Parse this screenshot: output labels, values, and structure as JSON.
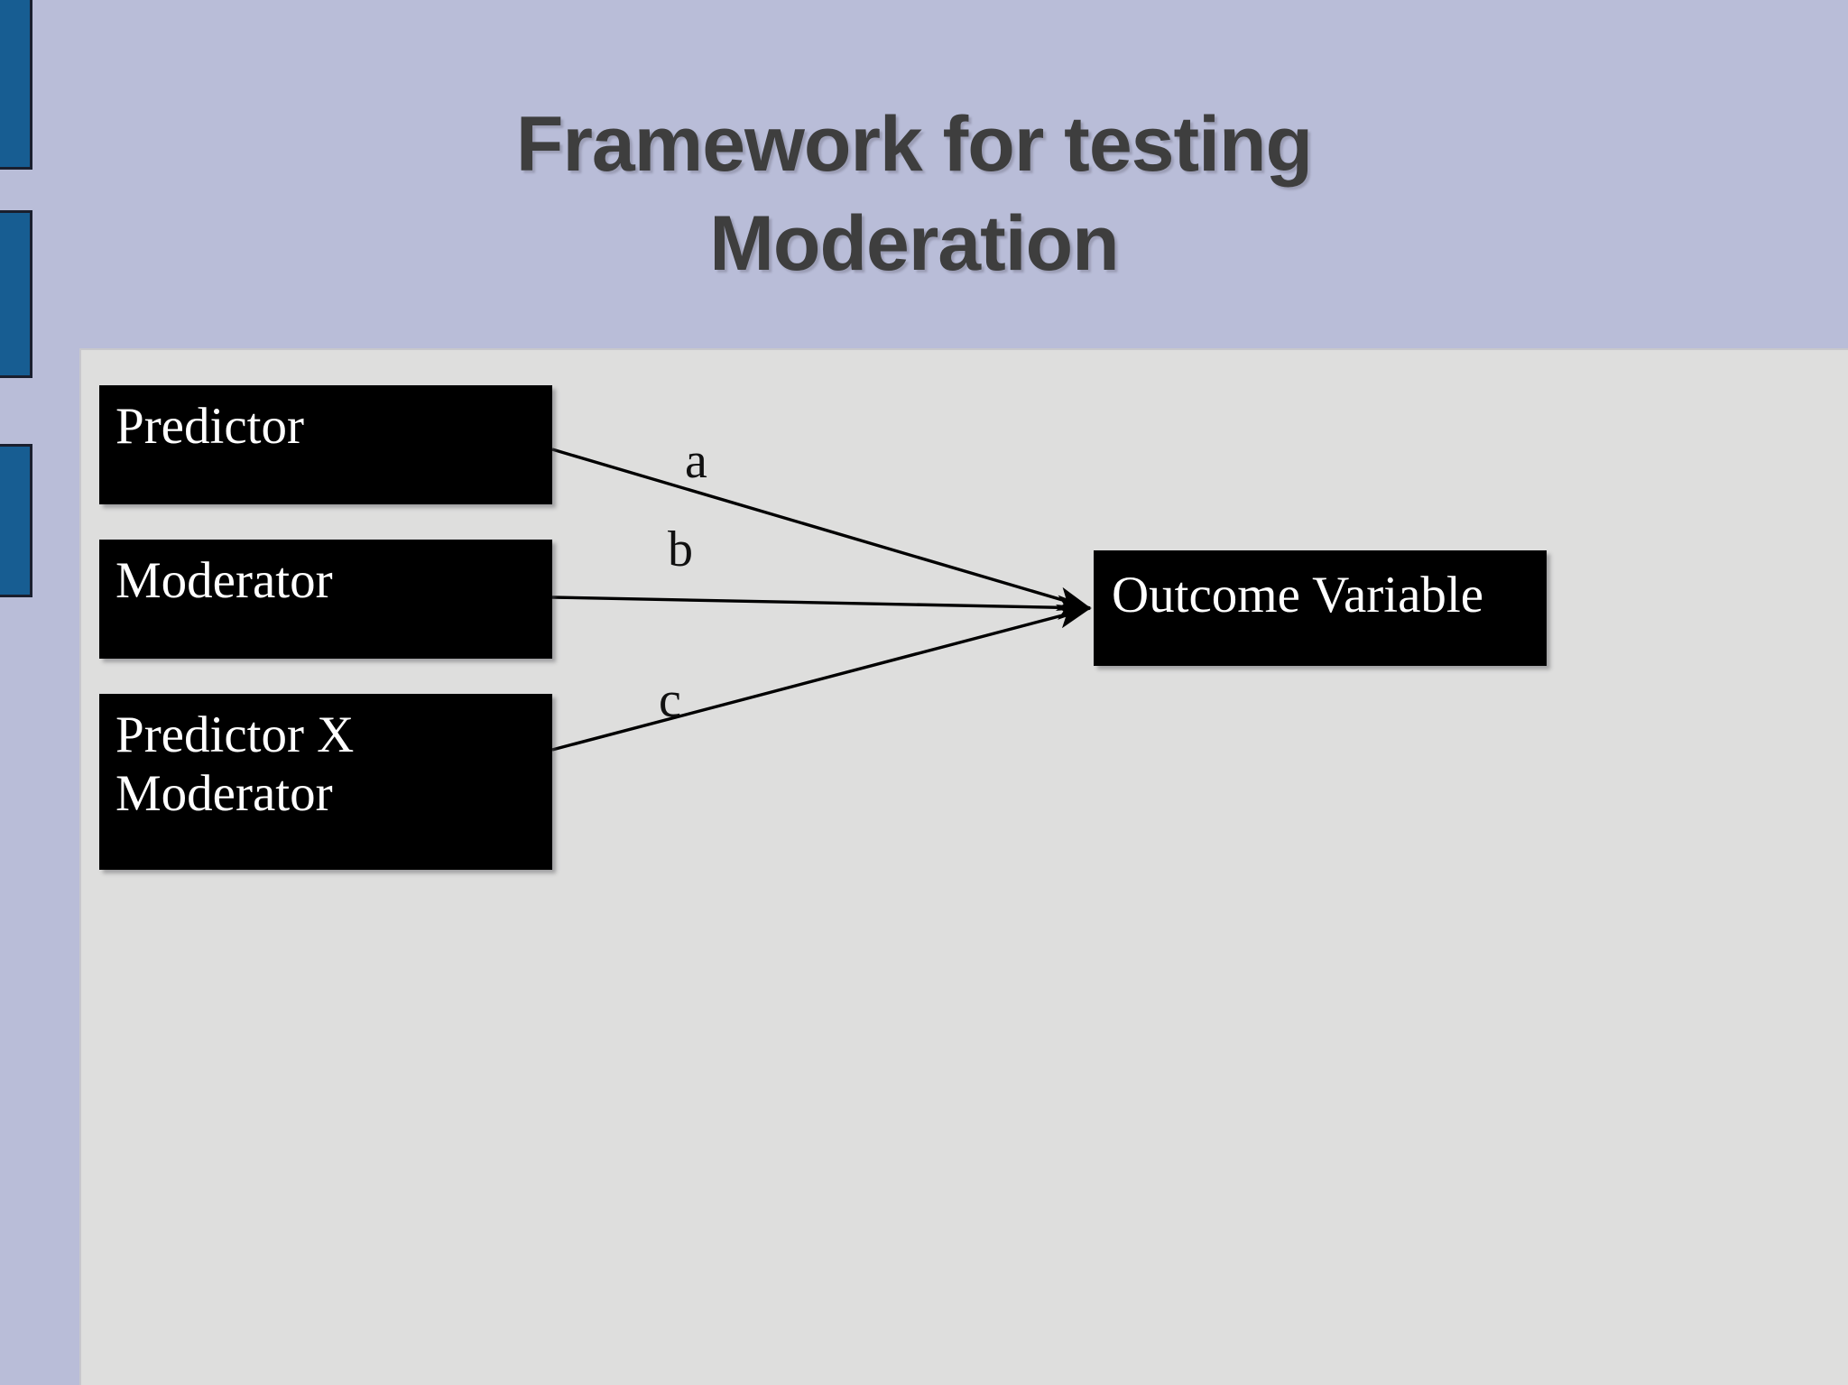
{
  "slide": {
    "title": "Framework for testing\nModeration",
    "title_color": "#3e3e3e",
    "background_color": "#b9bdd8",
    "content_background_color": "#dededd",
    "accent_color": "#175d92"
  },
  "sidebar": {
    "decor_blocks": [
      {
        "name": "rail-block-1"
      },
      {
        "name": "rail-block-2"
      },
      {
        "name": "rail-block-3"
      }
    ]
  },
  "diagram": {
    "type": "path-model",
    "node_fill": "#000000",
    "node_text_color": "#ffffff",
    "nodes": [
      {
        "id": "predictor",
        "label": "Predictor"
      },
      {
        "id": "moderator",
        "label": "Moderator"
      },
      {
        "id": "interaction",
        "label": "Predictor X\nModerator"
      },
      {
        "id": "outcome",
        "label": "Outcome Variable"
      }
    ],
    "paths": [
      {
        "id": "a",
        "label": "a",
        "from": "predictor",
        "to": "outcome"
      },
      {
        "id": "b",
        "label": "b",
        "from": "moderator",
        "to": "outcome"
      },
      {
        "id": "c",
        "label": "c",
        "from": "interaction",
        "to": "outcome"
      }
    ]
  }
}
